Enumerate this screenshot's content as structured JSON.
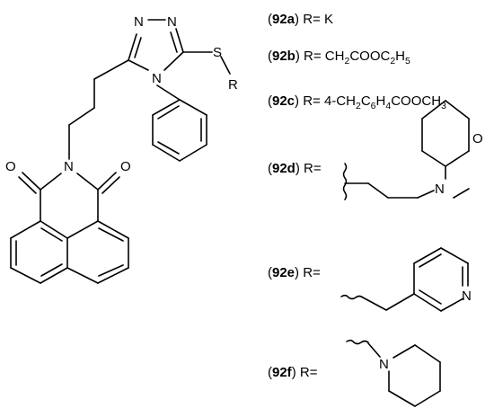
{
  "structure": {
    "atoms": {
      "n_triazole_top_left": "N",
      "n_triazole_top_right": "N",
      "n_triazole_bottom": "N",
      "sulfur": "S",
      "r_group": "R",
      "o_left": "O",
      "o_right": "O",
      "n_imide": "N"
    }
  },
  "variants": {
    "a": {
      "code": "92a",
      "text": "R= K"
    },
    "b": {
      "code": "92b",
      "prefix": "R= CH",
      "s1": "2",
      "mid": "COOC",
      "s2": "2",
      "mid2": "H",
      "s3": "5"
    },
    "c": {
      "code": "92c",
      "prefix": "R= 4-CH",
      "s1": "2",
      "mid": "C",
      "s2": "6",
      "mid2": "H",
      "s3": "4",
      "mid3": "COOCH",
      "s4": "3"
    },
    "d": {
      "code": "92d",
      "text": "R=",
      "atoms": {
        "n": "N",
        "o": "O"
      }
    },
    "e": {
      "code": "92e",
      "text": "R=",
      "atoms": {
        "n": "N"
      }
    },
    "f": {
      "code": "92f",
      "text": "R=",
      "atoms": {
        "n": "N"
      }
    }
  }
}
